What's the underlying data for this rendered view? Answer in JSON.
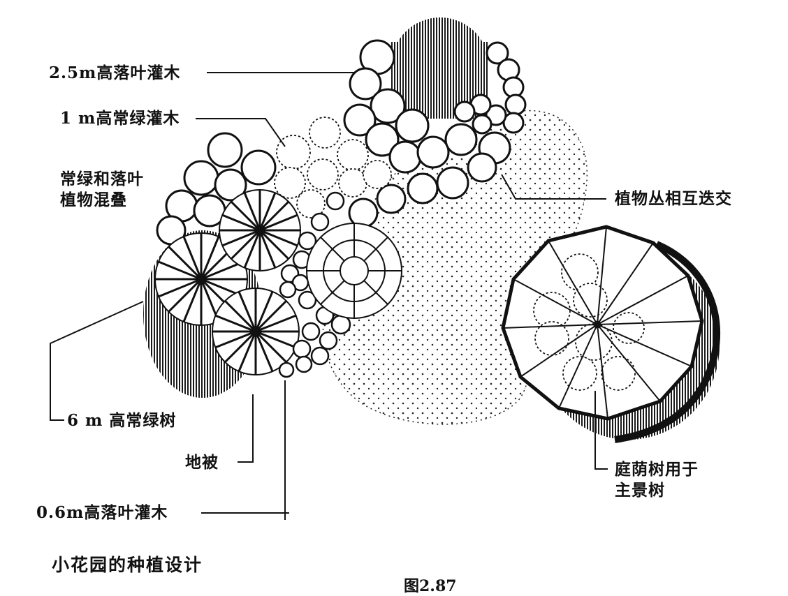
{
  "labels": {
    "shrub_25m_deciduous": "2.5m高落叶灌木",
    "shrub_1m_evergreen": "1 m高常绿灌木",
    "mixed_planting_line1": "常绿和落叶",
    "mixed_planting_line2": "植物混叠",
    "overlap": "植物丛相互迭交",
    "tree_6m_evergreen": "6 m 高常绿树",
    "ground_cover": "地被",
    "shade_tree_line1": "庭荫树用于",
    "shade_tree_line2": "主景树",
    "shrub_06m_deciduous": "0.6m高落叶灌木"
  },
  "caption": "小花园的种植设计",
  "figure_number": "图2.87"
}
